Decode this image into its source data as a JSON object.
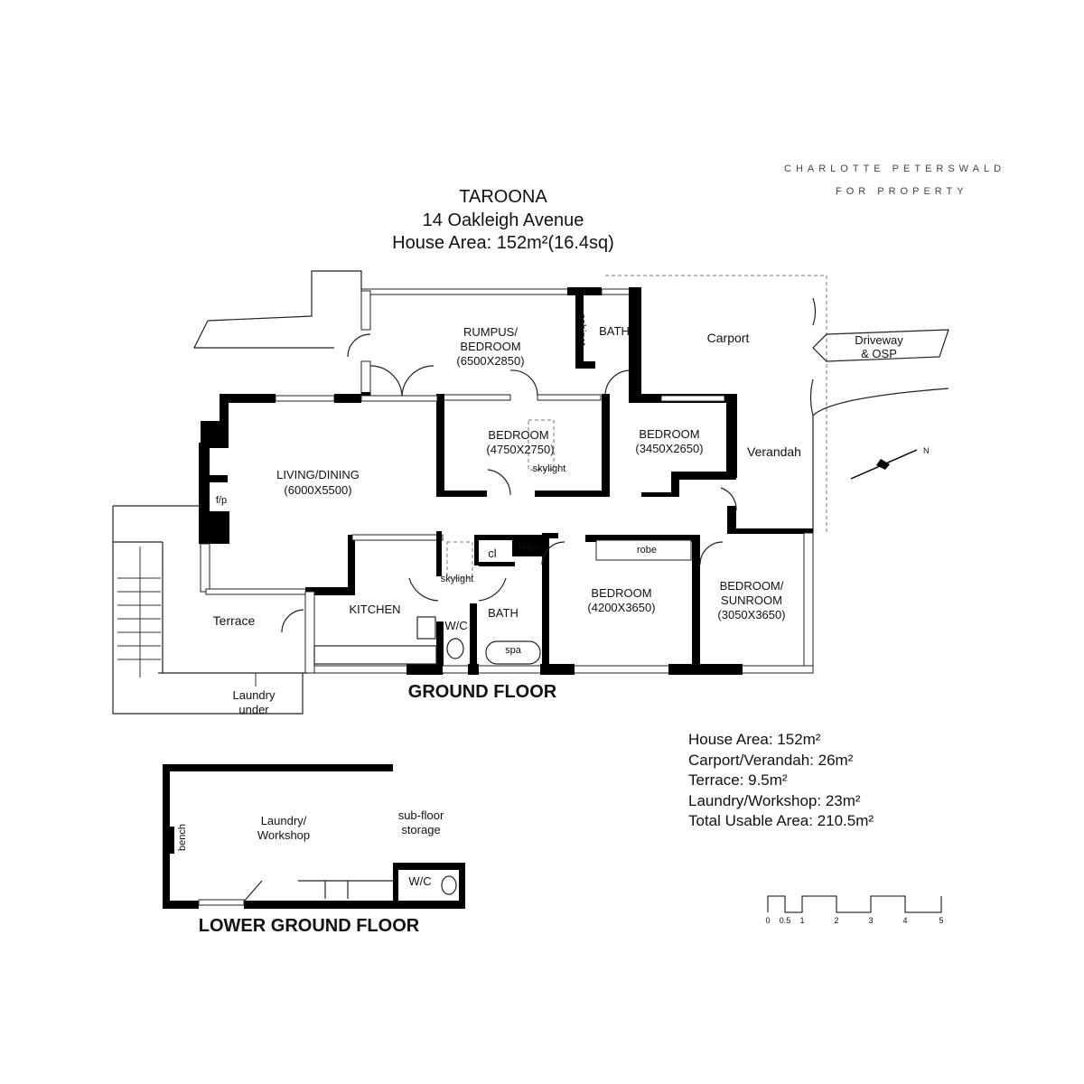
{
  "brand": {
    "line1": "CHARLOTTE PETERSWALD",
    "line2": "FOR PROPERTY"
  },
  "header": {
    "suburb": "TAROONA",
    "address": "14 Oakleigh Avenue",
    "house_area": "House Area: 152m²(16.4sq)"
  },
  "rooms": {
    "rumpus_1": "RUMPUS/",
    "rumpus_2": "BEDROOM",
    "rumpus_dim": "(6500X2850)",
    "cabinet": "cabinet",
    "bath_top": "BATH",
    "carport": "Carport",
    "driveway_1": "Driveway",
    "driveway_2": "& OSP",
    "bed1": "BEDROOM",
    "bed1_dim": "(4750X2750)",
    "skylight1": "skylight",
    "bed2": "BEDROOM",
    "bed2_dim": "(3450X2650)",
    "verandah": "Verandah",
    "living": "LIVING/DINING",
    "living_dim": "(6000X5500)",
    "fp": "f/p",
    "cl": "cl",
    "linen": "linen",
    "skylight2": "skylight",
    "robe": "robe",
    "kitchen": "KITCHEN",
    "wc": "W/C",
    "bath": "BATH",
    "spa": "spa",
    "bed3": "BEDROOM",
    "bed3_dim": "(4200X3650)",
    "sun_1": "BEDROOM/",
    "sun_2": "SUNROOM",
    "sun_dim": "(3050X3650)",
    "terrace": "Terrace",
    "laundry_1": "Laundry",
    "laundry_2": "under"
  },
  "ground_floor_label": "GROUND FLOOR",
  "lower": {
    "label": "LOWER GROUND FLOOR",
    "bench": "bench",
    "laundry_1": "Laundry/",
    "laundry_2": "Workshop",
    "storage_1": "sub-floor",
    "storage_2": "storage",
    "wc": "W/C"
  },
  "areas": [
    "House Area: 152m²",
    "Carport/Verandah: 26m²",
    "Terrace: 9.5m²",
    "Laundry/Workshop: 23m²",
    "Total Usable Area: 210.5m²"
  ],
  "scale": {
    "ticks": [
      "0",
      "0.5",
      "1",
      "2",
      "3",
      "4",
      "5"
    ]
  },
  "icons": {
    "compass": "north-arrow-icon"
  }
}
